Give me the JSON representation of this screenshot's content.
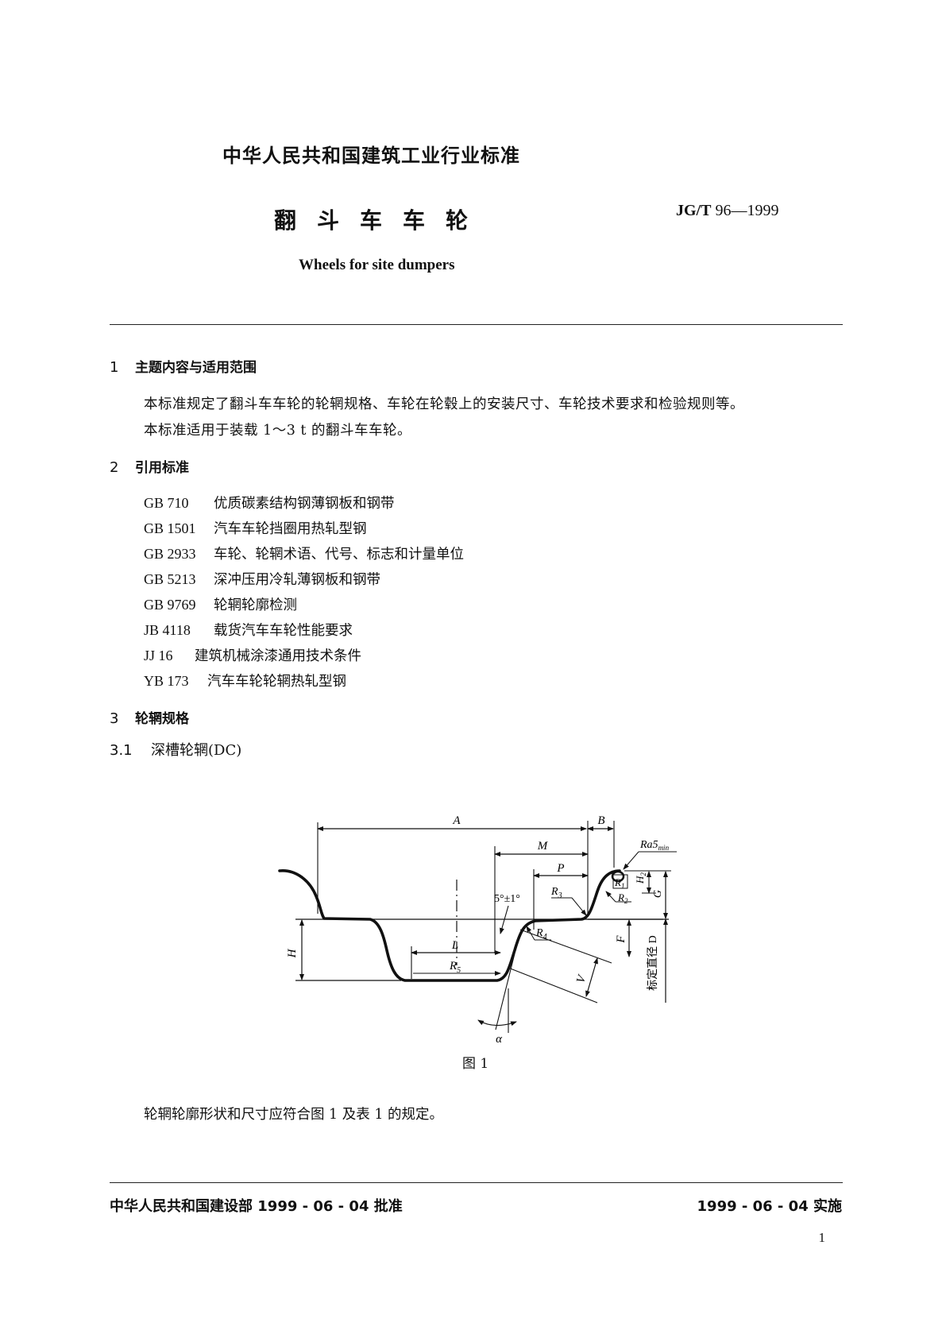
{
  "header": {
    "org": "中华人民共和国建筑工业行业标准",
    "title_cn": "翻斗车车轮",
    "std_code": "JG/T",
    "std_num": "96—1999",
    "title_en": "Wheels for site dumpers"
  },
  "s1": {
    "num": "1",
    "title": "主题内容与适用范围",
    "p1": "本标准规定了翻斗车车轮的轮辋规格、车轮在轮毂上的安装尺寸、车轮技术要求和检验规则等。",
    "p2": "本标准适用于装载 1～3 t 的翻斗车车轮。"
  },
  "s2": {
    "num": "2",
    "title": "引用标准",
    "refs": [
      {
        "code": "GB 710",
        "title": "优质碳素结构钢薄钢板和钢带"
      },
      {
        "code": "GB 1501",
        "title": "汽车车轮挡圈用热轧型钢"
      },
      {
        "code": "GB 2933",
        "title": "车轮、轮辋术语、代号、标志和计量单位"
      },
      {
        "code": "GB 5213",
        "title": "深冲压用冷轧薄钢板和钢带"
      },
      {
        "code": "GB 9769",
        "title": "轮辋轮廓检测"
      },
      {
        "code": "JB 4118",
        "title": "载货汽车车轮性能要求"
      },
      {
        "code": "JJ 16",
        "title": "建筑机械涂漆通用技术条件"
      },
      {
        "code": "YB 173",
        "title": "汽车车轮轮辋热轧型钢"
      }
    ]
  },
  "s3": {
    "num": "3",
    "title": "轮辋规格",
    "sub_num": "3.1",
    "sub_title": "深槽轮辋(DC)"
  },
  "figure": {
    "labels": {
      "A": "A",
      "B": "B",
      "M": "M",
      "P": "P",
      "L": "L",
      "H": "H",
      "F": "F",
      "V": "V",
      "G": "G",
      "R": "R",
      "alpha": "α",
      "ra": "Ra5",
      "ra_sub": "min",
      "angle": "5°±1°",
      "R1_base": "R",
      "R1_sub": "1",
      "R2_base": "R",
      "R2_sub": "2",
      "R3_base": "R",
      "R3_sub": "3",
      "R4_base": "R",
      "R4_sub": "4",
      "R5_base": "R",
      "R5_sub": "5",
      "H2_base": "H",
      "H2_sub": "2",
      "D_label": "标定直径 D"
    },
    "caption": "图 1",
    "note": "轮辋轮廓形状和尺寸应符合图 1 及表 1 的规定。"
  },
  "footer": {
    "left": "中华人民共和国建设部 1999 - 06 - 04 批准",
    "right": "1999 - 06 - 04 实施",
    "page": "1"
  }
}
